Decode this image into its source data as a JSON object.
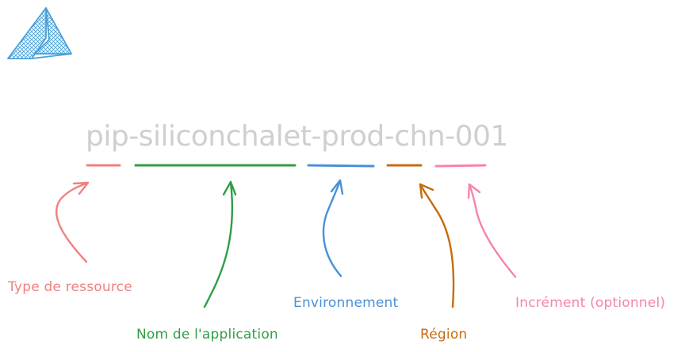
{
  "resource_name": "pip-siliconchalet-prod-chn-001",
  "colors": {
    "name_text": "#cfcfcf",
    "type": "#f08080",
    "application": "#2f9e44",
    "environment": "#4a90d9",
    "region": "#c76b0e",
    "increment": "#f783ac",
    "logo": "#4a9fd4"
  },
  "segments": [
    {
      "id": "type",
      "label": "Type de ressource"
    },
    {
      "id": "application",
      "label": "Nom de l'application"
    },
    {
      "id": "environment",
      "label": "Environnement"
    },
    {
      "id": "region",
      "label": "Région"
    },
    {
      "id": "increment",
      "label": "Incrément (optionnel)"
    }
  ],
  "logo": {
    "icon": "triangle-logo-icon"
  }
}
